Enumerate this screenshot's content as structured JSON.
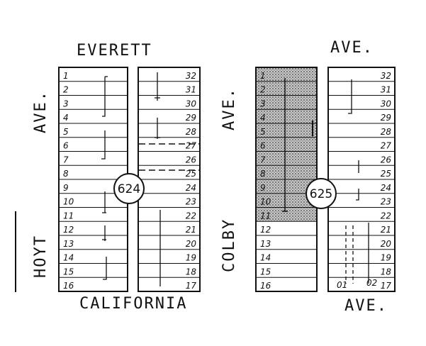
{
  "streets": {
    "top_left": "EVERETT",
    "top_right": "AVE.",
    "bottom_left": "CALIFORNIA",
    "bottom_right": "AVE.",
    "left_ave": "AVE.",
    "left_name": "HOYT",
    "middle_ave": "AVE.",
    "middle_name": "COLBY"
  },
  "blocks": [
    {
      "number": "624",
      "west_lots": [
        "1",
        "2",
        "3",
        "4",
        "5",
        "6",
        "7",
        "8",
        "9",
        "10",
        "11",
        "12",
        "13",
        "14",
        "15",
        "16"
      ],
      "east_lots": [
        "32",
        "31",
        "30",
        "29",
        "28",
        "27",
        "26",
        "25",
        "24",
        "23",
        "22",
        "21",
        "20",
        "19",
        "18",
        "17"
      ],
      "shaded_lots": 0,
      "colors": {
        "fill": "#ffffff"
      }
    },
    {
      "number": "625",
      "west_lots": [
        "1",
        "2",
        "3",
        "4",
        "5",
        "6",
        "7",
        "8",
        "9",
        "10",
        "11",
        "12",
        "13",
        "14",
        "15",
        "16"
      ],
      "east_lots": [
        "32",
        "31",
        "30",
        "29",
        "28",
        "27",
        "26",
        "25",
        "24",
        "23",
        "22",
        "21",
        "20",
        "19",
        "18",
        "17"
      ],
      "shaded_lots": 11,
      "colors": {
        "fill": "#ffffff",
        "shade": "#9a9a9a"
      }
    }
  ],
  "corner_marks": {
    "left": "01",
    "right": "02"
  },
  "colors": {
    "ink": "#111111",
    "paper": "#ffffff"
  }
}
